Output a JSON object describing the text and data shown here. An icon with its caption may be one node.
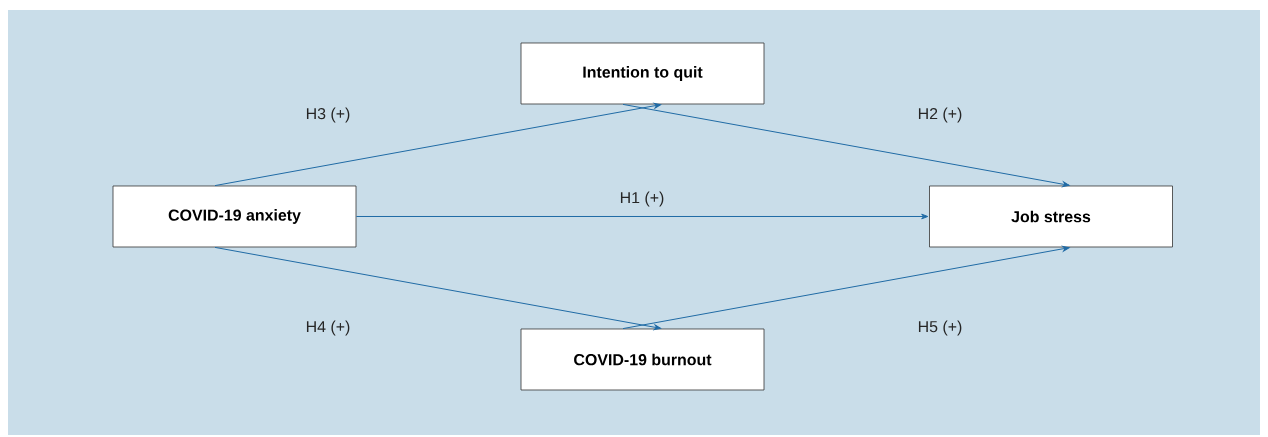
{
  "diagram": {
    "nodes": [
      {
        "text": [
          "COVID-19 anxiety"
        ]
      },
      {
        "text": [
          "Intention to quit"
        ]
      },
      {
        "text": [
          "Job stress"
        ]
      },
      {
        "text": [
          "COVID-19 burnout"
        ]
      }
    ],
    "edges": [
      {
        "from": 0,
        "to": 1,
        "arrow": "to",
        "label": "H3 (+)"
      },
      {
        "from": 1,
        "to": 2,
        "arrow": "to",
        "label": "H2 (+)"
      },
      {
        "from": 0,
        "to": 2,
        "arrow": "to",
        "label": "H1 (+)"
      },
      {
        "from": 0,
        "to": 3,
        "arrow": "to",
        "label": "H4 (+)"
      },
      {
        "from": 3,
        "to": 2,
        "arrow": "to",
        "label": "H5 (+)"
      }
    ]
  }
}
